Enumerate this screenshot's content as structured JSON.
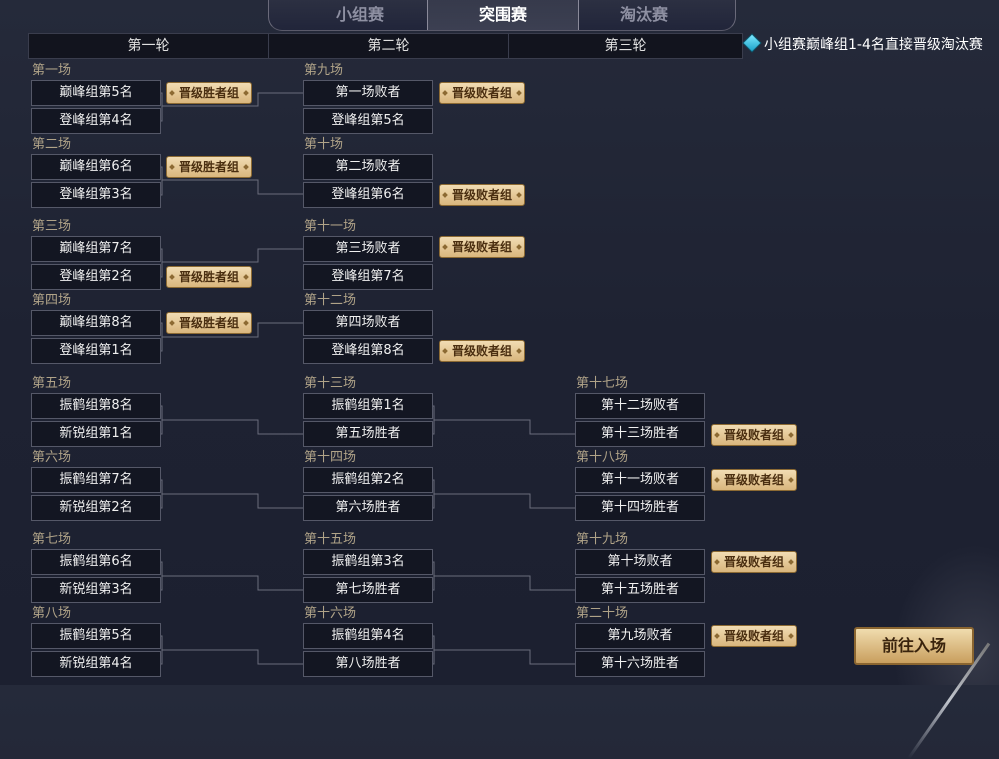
{
  "tabs": [
    "小组赛",
    "突围赛",
    "淘汰赛"
  ],
  "rounds": [
    "第一轮",
    "第二轮",
    "第三轮"
  ],
  "note": "小组赛巅峰组1-4名直接晋级淘汰赛",
  "enter_label": "前往入场",
  "badge_win": "晋级胜者组",
  "badge_lose": "晋级败者组",
  "matches": {
    "m1": {
      "title": "第一场",
      "a": "巅峰组第5名",
      "b": "登峰组第4名"
    },
    "m2": {
      "title": "第二场",
      "a": "巅峰组第6名",
      "b": "登峰组第3名"
    },
    "m3": {
      "title": "第三场",
      "a": "巅峰组第7名",
      "b": "登峰组第2名"
    },
    "m4": {
      "title": "第四场",
      "a": "巅峰组第8名",
      "b": "登峰组第1名"
    },
    "m5": {
      "title": "第五场",
      "a": "振鹤组第8名",
      "b": "新锐组第1名"
    },
    "m6": {
      "title": "第六场",
      "a": "振鹤组第7名",
      "b": "新锐组第2名"
    },
    "m7": {
      "title": "第七场",
      "a": "振鹤组第6名",
      "b": "新锐组第3名"
    },
    "m8": {
      "title": "第八场",
      "a": "振鹤组第5名",
      "b": "新锐组第4名"
    },
    "m9": {
      "title": "第九场",
      "a": "第一场败者",
      "b": "登峰组第5名"
    },
    "m10": {
      "title": "第十场",
      "a": "第二场败者",
      "b": "登峰组第6名"
    },
    "m11": {
      "title": "第十一场",
      "a": "第三场败者",
      "b": "登峰组第7名"
    },
    "m12": {
      "title": "第十二场",
      "a": "第四场败者",
      "b": "登峰组第8名"
    },
    "m13": {
      "title": "第十三场",
      "a": "振鹤组第1名",
      "b": "第五场胜者"
    },
    "m14": {
      "title": "第十四场",
      "a": "振鹤组第2名",
      "b": "第六场胜者"
    },
    "m15": {
      "title": "第十五场",
      "a": "振鹤组第3名",
      "b": "第七场胜者"
    },
    "m16": {
      "title": "第十六场",
      "a": "振鹤组第4名",
      "b": "第八场胜者"
    },
    "m17": {
      "title": "第十七场",
      "a": "第十二场败者",
      "b": "第十三场胜者"
    },
    "m18": {
      "title": "第十八场",
      "a": "第十一场败者",
      "b": "第十四场胜者"
    },
    "m19": {
      "title": "第十九场",
      "a": "第十场败者",
      "b": "第十五场胜者"
    },
    "m20": {
      "title": "第二十场",
      "a": "第九场败者",
      "b": "第十六场胜者"
    }
  }
}
